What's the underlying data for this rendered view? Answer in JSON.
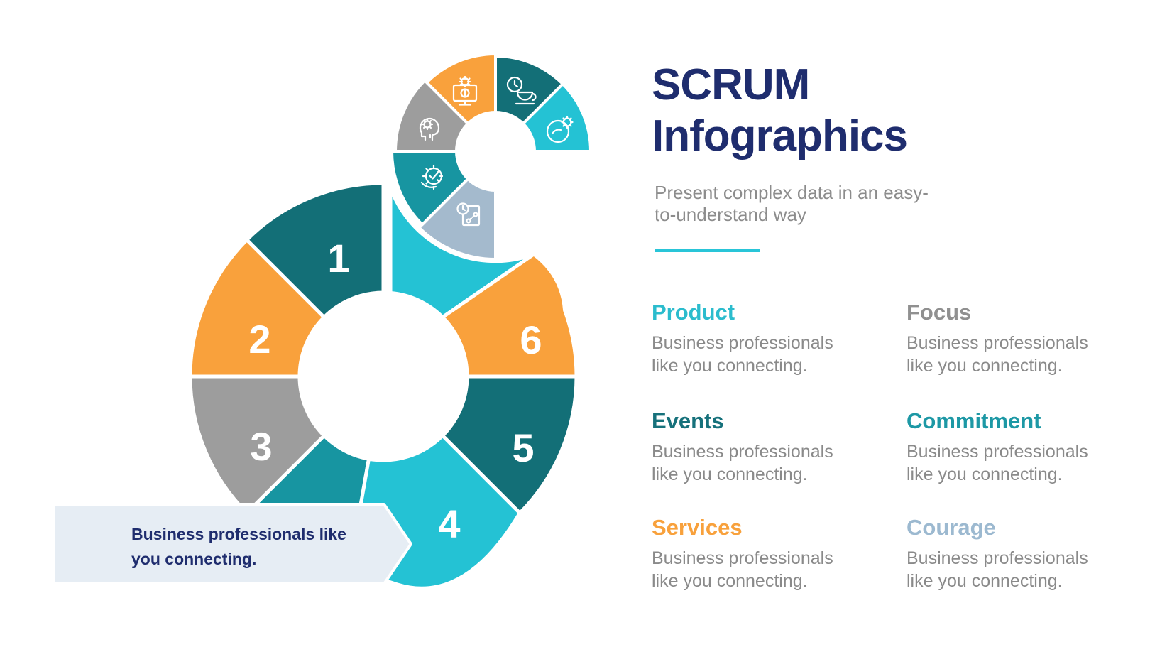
{
  "header": {
    "title_line1": "SCRUM",
    "title_line2": "Infographics",
    "subtitle": "Present complex data in an easy-to-understand way"
  },
  "callout": {
    "line1": "Business professionals like",
    "line2": "you connecting."
  },
  "diagram": {
    "segments": [
      {
        "number": "1",
        "color": "dark teal"
      },
      {
        "number": "2",
        "color": "orange"
      },
      {
        "number": "3",
        "color": "gray"
      },
      {
        "number": "4",
        "color": "cyan"
      },
      {
        "number": "5",
        "color": "dark teal"
      },
      {
        "number": "6",
        "color": "orange"
      }
    ],
    "icon_segments": [
      {
        "icon": "presentation-screen-gear-icon",
        "color": "orange"
      },
      {
        "icon": "clock-coffee-cup-icon",
        "color": "dark teal"
      },
      {
        "icon": "idea-circle-gear-icon",
        "color": "cyan"
      },
      {
        "icon": "head-gear-icon",
        "color": "gray"
      },
      {
        "icon": "gear-check-icon",
        "color": "teal"
      },
      {
        "icon": "report-clock-nodes-icon",
        "color": "light blue"
      }
    ]
  },
  "features": {
    "items": [
      {
        "label": "Product",
        "color_hex": "#2BBCCD",
        "desc_line1": "Business professionals",
        "desc_line2": "like you connecting."
      },
      {
        "label": "Focus",
        "color_hex": "#909090",
        "desc_line1": "Business professionals",
        "desc_line2": "like you connecting."
      },
      {
        "label": "Events",
        "color_hex": "#16717B",
        "desc_line1": "Business professionals",
        "desc_line2": "like you connecting."
      },
      {
        "label": "Commitment",
        "color_hex": "#1D98A5",
        "desc_line1": "Business professionals",
        "desc_line2": "like you connecting."
      },
      {
        "label": "Services",
        "color_hex": "#F8A13C",
        "desc_line1": "Business professionals",
        "desc_line2": "like you connecting."
      },
      {
        "label": "Courage",
        "color_hex": "#9CB9D0",
        "desc_line1": "Business professionals",
        "desc_line2": "like you connecting."
      }
    ]
  },
  "colors": {
    "darkteal": "#136F77",
    "teal": "#1795A1",
    "cyan": "#24C2D4",
    "orange": "#F9A13C",
    "gray": "#9D9D9D",
    "lightblue": "#A4BACD",
    "calloutbox": "#E6EDF4",
    "navy": "#1F2D6E",
    "accent_underline": "#29C5D8"
  }
}
